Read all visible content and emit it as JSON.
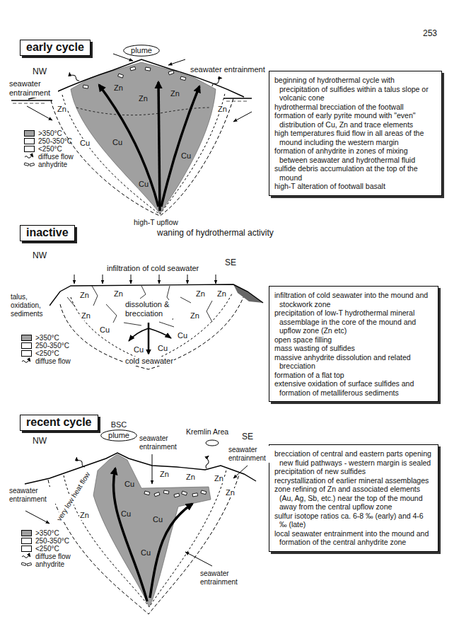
{
  "diagram": {
    "nodes": [
      {
        "text": [
          "early cycle"
        ]
      },
      {
        "text": [
          "plume"
        ]
      },
      {
        "text": [
          "beginning of hydrothermal cycle with precipitation of sulfides within a talus slope or volcanic cone",
          "hydrothermal brecciation of the footwall",
          "formation of early pyrite mound with \"even\" distribution of Cu, Zn and trace elements",
          "high temperatures fluid flow in all areas of the mound including the western margin",
          "formation of anhydrite in zones of mixing between seawater and hydrothermal fluid",
          "sulfide debris accumulation at the top of the mound",
          "high-T alteration of footwall basalt"
        ]
      },
      {
        "text": [
          "inactive"
        ]
      },
      {
        "text": [
          "infiltration of cold seawater into the mound and stockwork zone",
          "precipitation of low-T hydrothermal mineral assemblage in the core of the mound and upflow zone (Zn etc)",
          "open space filling",
          "mass wasting of sulfides",
          "massive anhydrite dissolution and related brecciation",
          "formation of a flat top",
          "extensive oxidation of surface sulfides and formation of metalliferous sediments"
        ]
      },
      {
        "text": [
          "recent cycle"
        ]
      },
      {
        "text": [
          "BSC",
          "plume"
        ]
      },
      {
        "text": [
          "brecciation of central and eastern parts opening new fluid pathways - western margin is sealed",
          "precipitation of new sulfides",
          "recrystallization of earlier mineral assemblages",
          "zone refining of Zn and associated elements (Au, Ag, Sb, etc.) near the top of the mound away from the central upflow zone",
          "sulfur isotope ratios ca. 6-8 ‰ (early) and 4-6 ‰ (late)",
          "local seawater entrainment into the mound and formation of the central anhydrite zone"
        ]
      }
    ],
    "labels": [
      "253",
      "NW",
      "SE",
      "seawater entrainment",
      "seawater entrainment",
      "Zn",
      "Zn",
      "Zn",
      "Zn",
      "Zn",
      "Cu",
      "Cu",
      "Cu",
      "Cu",
      "high-T upflow",
      "waning of hydrothermal activity",
      "NW",
      "SE",
      "infiltration of cold seawater",
      "talus, oxidation, sediments",
      "Zn",
      "Zn",
      "Zn",
      "Zn",
      "dissolution & brecciation",
      "Zn",
      "Zn",
      "Cu",
      "Cu",
      "Cu",
      "Cu",
      "cold seawater",
      "NW",
      "SE",
      "Kremlin Area",
      "seawater entrainment",
      "seawater entrainment",
      "seawater entrainment",
      "very low heat flow",
      "Zn",
      "Zn",
      "Zn",
      "Zn",
      "Zn",
      "Cu",
      "Cu",
      "Cu",
      "Cu",
      "seawater entrainment"
    ],
    "legend": [
      {
        "text": ">350°C",
        "color": "#a0a0a0"
      },
      {
        "text": "250-350°C",
        "color": "#ffffff"
      },
      {
        "text": "<250°C",
        "color": "#ffffff"
      },
      {
        "text": "diffuse flow"
      },
      {
        "text": "anhydrite"
      },
      {
        "text": ">350°C",
        "color": "#a0a0a0"
      },
      {
        "text": "250-350°C",
        "color": "#ffffff"
      },
      {
        "text": "<250°C",
        "color": "#ffffff"
      },
      {
        "text": "diffuse flow"
      },
      {
        "text": ">350°C",
        "color": "#a0a0a0"
      },
      {
        "text": "250-350°C",
        "color": "#ffffff"
      },
      {
        "text": "<250°C",
        "color": "#ffffff"
      },
      {
        "text": "diffuse flow"
      },
      {
        "text": "anhydrite"
      }
    ]
  }
}
